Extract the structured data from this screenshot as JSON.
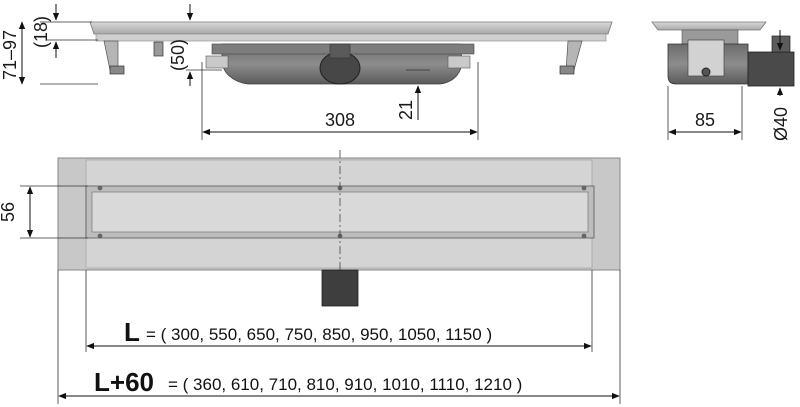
{
  "side_view": {
    "dim_height_range": "71–97",
    "dim_18": "(18)",
    "dim_50": "(50)",
    "dim_21": "21",
    "dim_308": "308"
  },
  "end_view": {
    "dim_85": "85",
    "dim_outlet": "Ø40"
  },
  "plan_view": {
    "dim_56": "56",
    "length_label": "L",
    "length_values": "= ( 300, 550, 650, 750, 850, 950, 1050, 1150 )",
    "overall_label": "L+60",
    "overall_values": "= ( 360, 610, 710, 810, 910, 1010, 1110, 1210 )"
  }
}
